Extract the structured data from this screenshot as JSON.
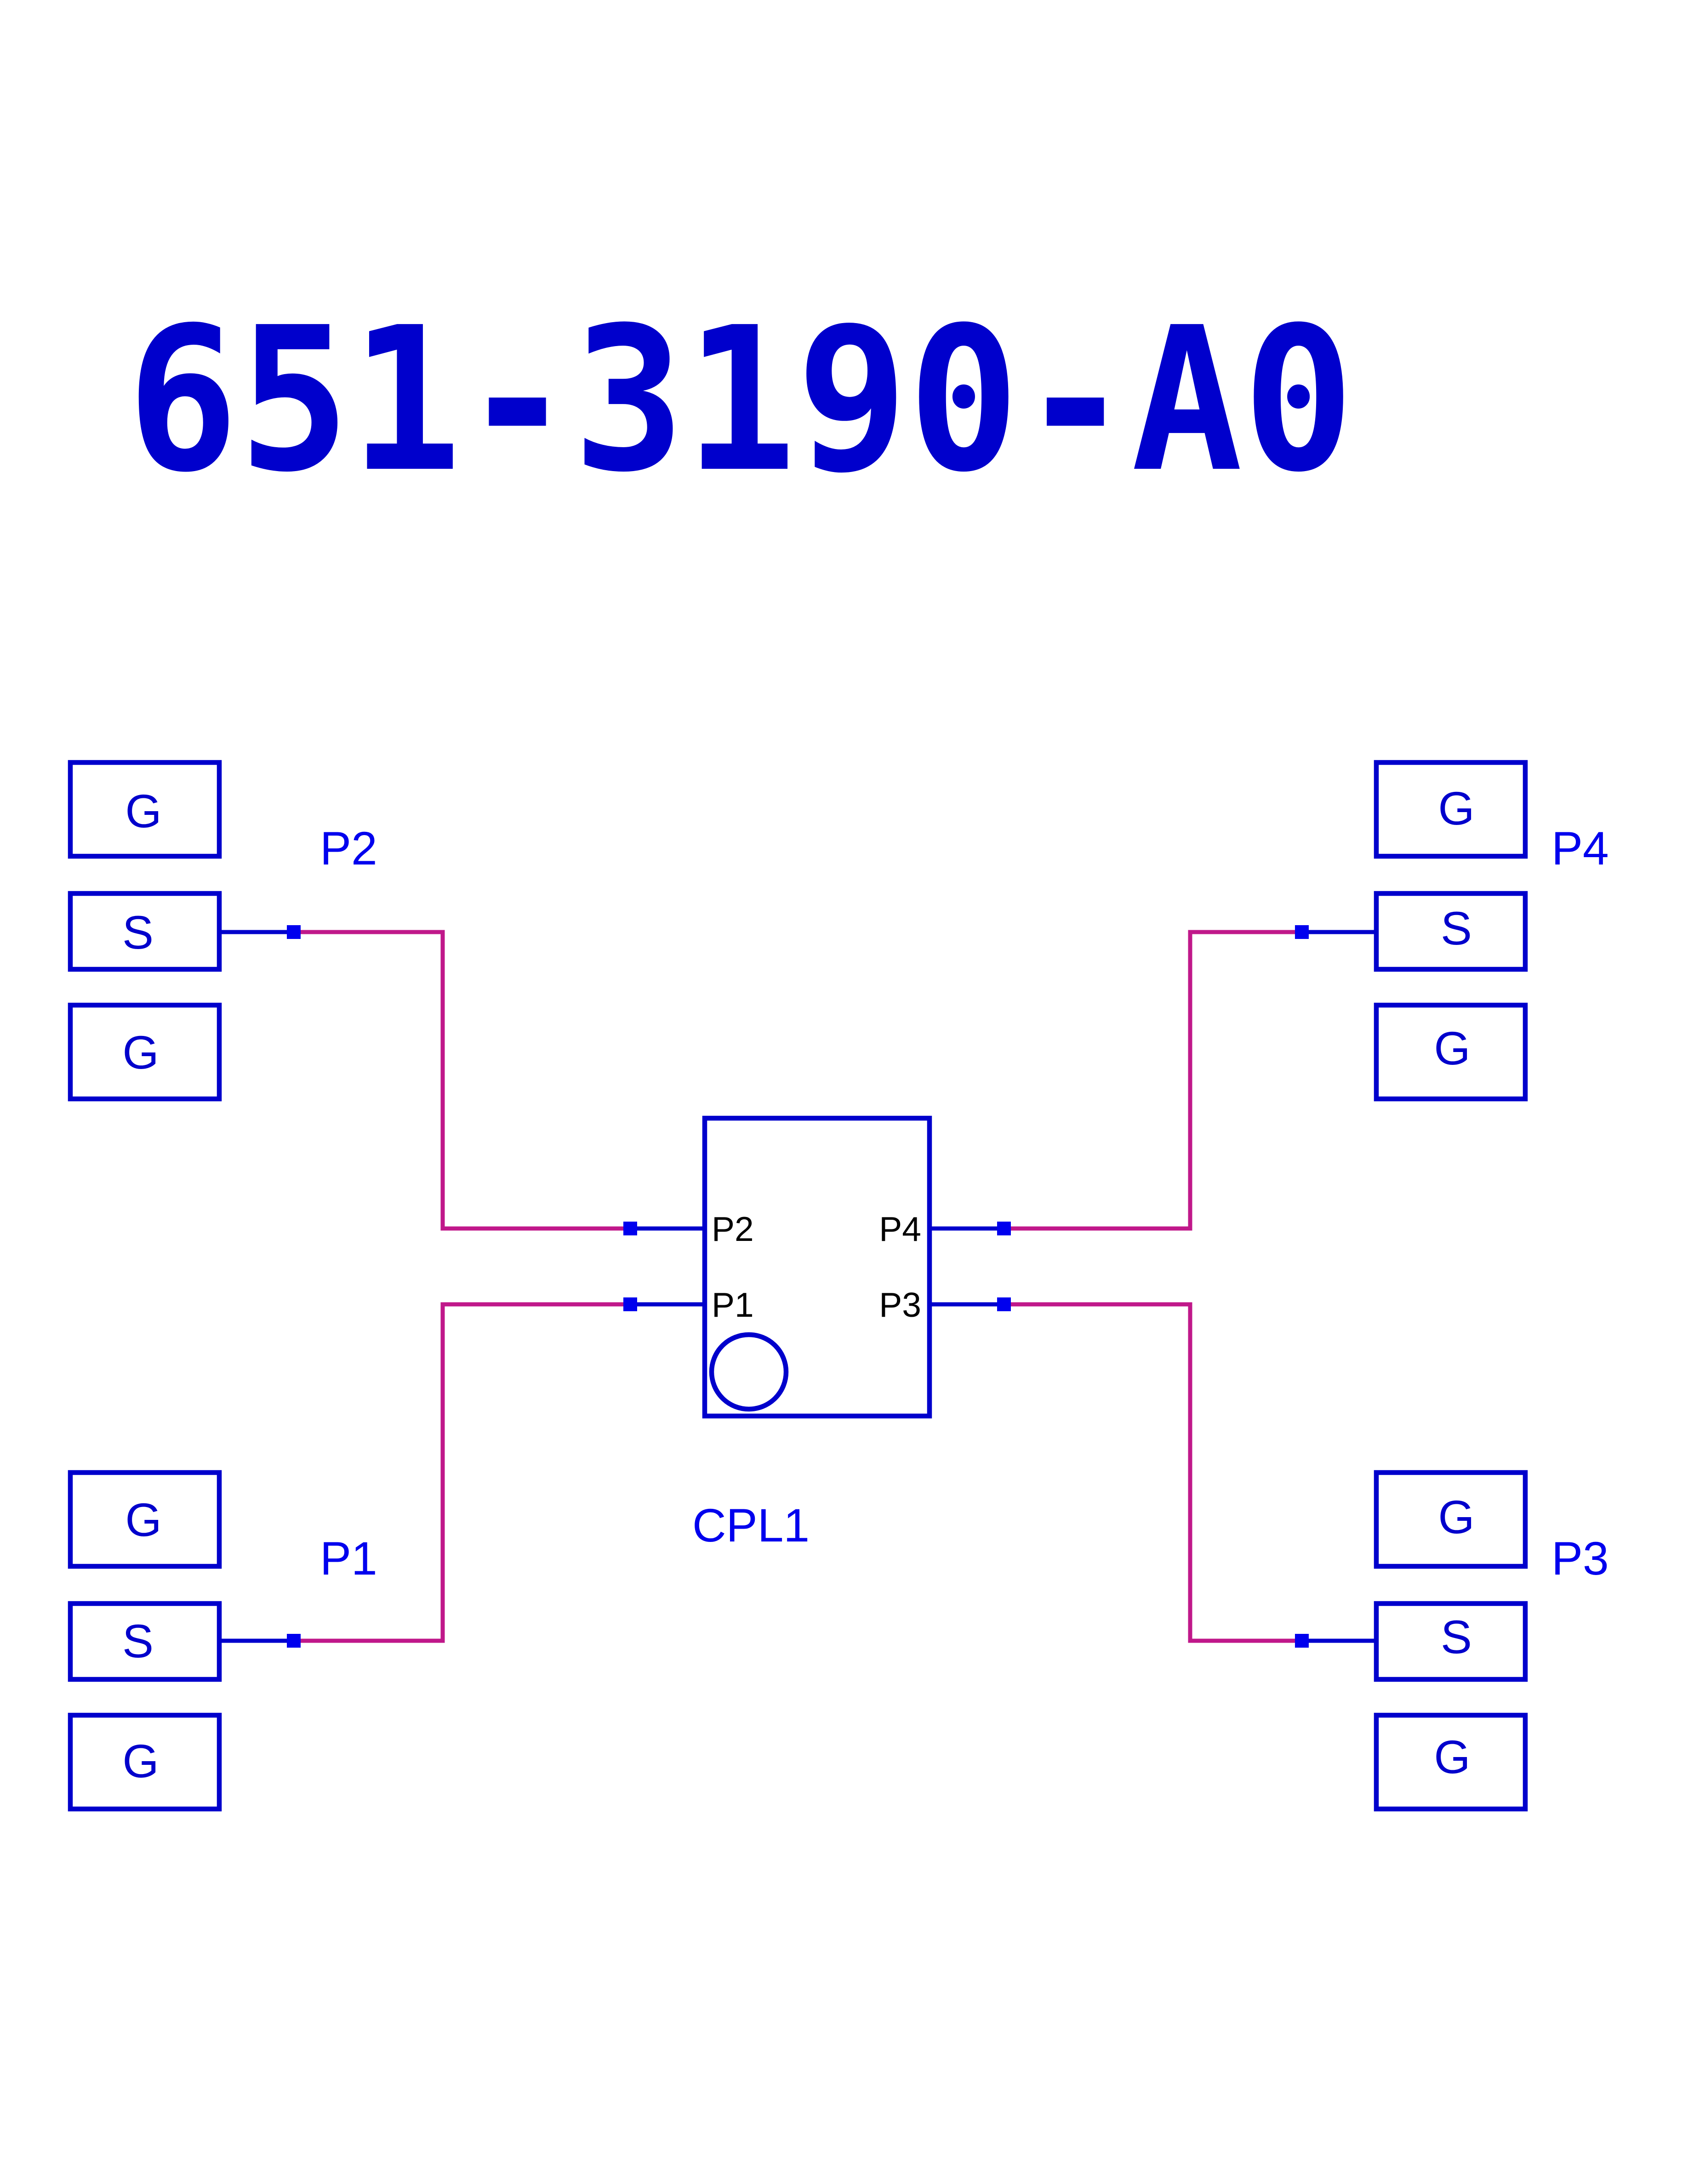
{
  "title": "651-3190-A0",
  "colors": {
    "outline": "#0000CC",
    "label": "#0000EE",
    "trace": "#C0188A",
    "pin_text": "#000000"
  },
  "component": {
    "ref": "CPL1",
    "pins": {
      "p1": "P1",
      "p2": "P2",
      "p3": "P3",
      "p4": "P4"
    }
  },
  "ports": [
    {
      "name": "P2",
      "pads": [
        "G",
        "S",
        "G"
      ]
    },
    {
      "name": "P4",
      "pads": [
        "G",
        "S",
        "G"
      ]
    },
    {
      "name": "P1",
      "pads": [
        "G",
        "S",
        "G"
      ]
    },
    {
      "name": "P3",
      "pads": [
        "G",
        "S",
        "G"
      ]
    }
  ]
}
